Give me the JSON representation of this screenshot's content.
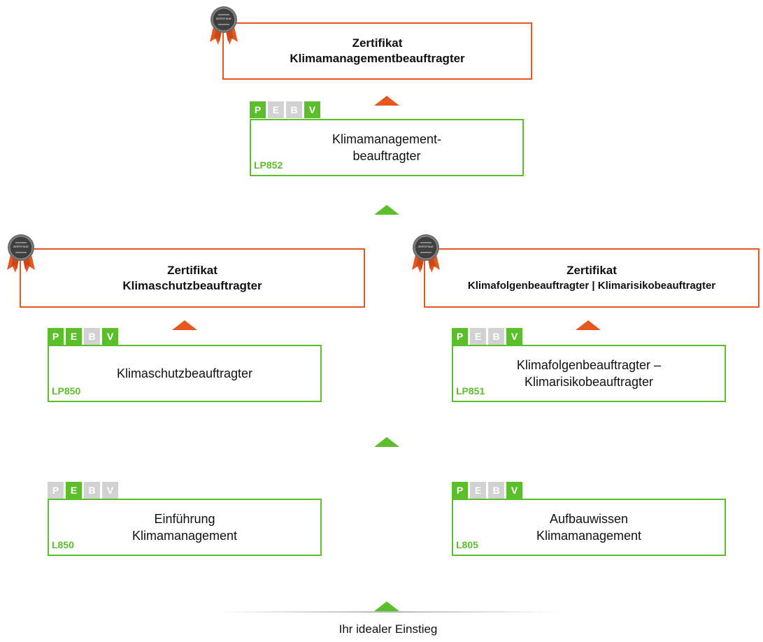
{
  "certificates": [
    {
      "line1": "Zertifikat",
      "line2": "Klimamanagementbeauftragter",
      "badge_text": "ZERTIFIKAT"
    },
    {
      "line1": "Zertifikat",
      "line2": "Klimaschutzbeauftragter",
      "badge_text": "ZERTIFIKAT"
    },
    {
      "line1": "Zertifikat",
      "line2": "Klimafolgenbeauftragter | Klimarisikobeauftragter",
      "badge_text": "ZERTIFIKAT"
    }
  ],
  "courses": [
    {
      "line1": "Klimamanagement-",
      "line2": "beauftragter",
      "code": "LP852",
      "pebv": {
        "P": true,
        "E": false,
        "B": false,
        "V": true
      }
    },
    {
      "line1": "Klimaschutzbeauftragter",
      "line2": "",
      "code": "LP850",
      "pebv": {
        "P": true,
        "E": true,
        "B": false,
        "V": true
      }
    },
    {
      "line1": "Klimafolgenbeauftragter –",
      "line2": "Klimarisikobeauftragter",
      "code": "LP851",
      "pebv": {
        "P": true,
        "E": false,
        "B": false,
        "V": true
      }
    },
    {
      "line1": "Einführung",
      "line2": "Klimamanagement",
      "code": "L850",
      "pebv": {
        "P": false,
        "E": true,
        "B": false,
        "V": false
      }
    },
    {
      "line1": "Aufbauwissen",
      "line2": "Klimamanagement",
      "code": "L805",
      "pebv": {
        "P": true,
        "E": false,
        "B": false,
        "V": true
      }
    }
  ],
  "pebv_letters": [
    "P",
    "E",
    "B",
    "V"
  ],
  "entry_label": "Ihr idealer Einstieg",
  "colors": {
    "green": "#5bbf2b",
    "orange": "#e5571f",
    "inactive": "#d2d2d2"
  }
}
